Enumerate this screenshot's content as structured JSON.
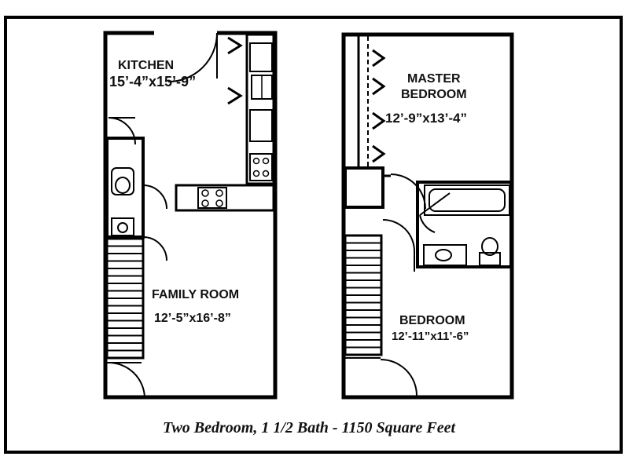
{
  "rooms": {
    "kitchen": {
      "name": "KITCHEN",
      "size": "15’-4”x15’-9”"
    },
    "family_room": {
      "name": "FAMILY ROOM",
      "size": "12’-5”x16’-8”"
    },
    "master_bedroom": {
      "name_line1": "MASTER",
      "name_line2": "BEDROOM",
      "size": "12’-9”x13’-4”"
    },
    "bedroom": {
      "name": "BEDROOM",
      "size": "12’-11”x11’-6”"
    }
  },
  "caption": "Two Bedroom, 1 1/2 Bath - 1150 Square Feet"
}
